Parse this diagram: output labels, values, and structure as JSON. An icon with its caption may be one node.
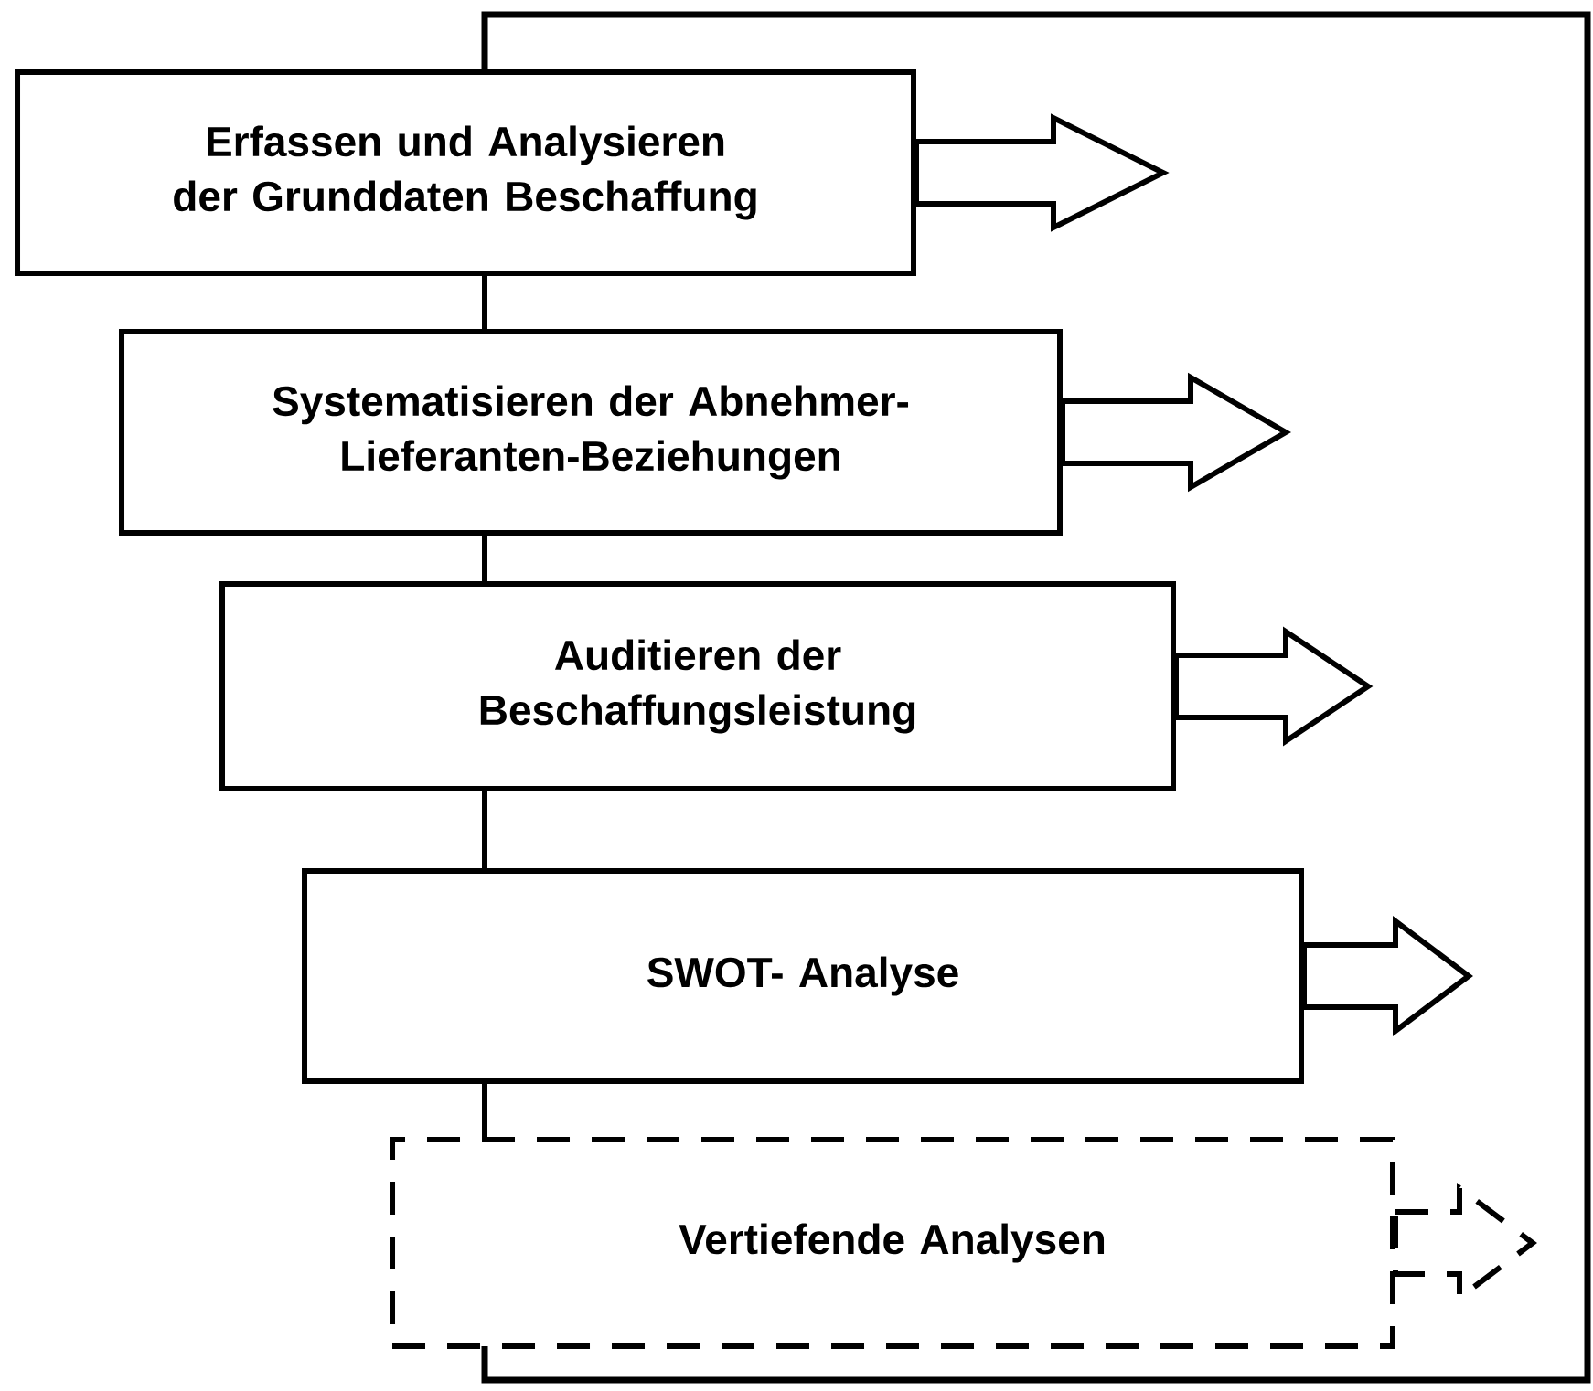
{
  "diagram": {
    "nodes": [
      {
        "text": [
          "Erfassen und Analysieren der Grunddaten Beschaffung"
        ]
      },
      {
        "text": [
          "Systematisieren der Abnehmer-Lieferanten-Beziehungen"
        ]
      },
      {
        "text": [
          "Auditieren der Beschaffungsleistung"
        ]
      },
      {
        "text": [
          "SWOT- Analyse"
        ]
      },
      {
        "text": [
          "Vertiefende Analysen"
        ]
      }
    ],
    "edges": [
      {
        "from": 0,
        "to": 1,
        "arrow": "none"
      },
      {
        "from": 1,
        "to": 2,
        "arrow": "none"
      },
      {
        "from": 2,
        "to": 3,
        "arrow": "none"
      },
      {
        "from": 3,
        "to": 4,
        "arrow": "none"
      },
      {
        "from": 0,
        "to": null,
        "arrow": "to"
      },
      {
        "from": 1,
        "to": null,
        "arrow": "to"
      },
      {
        "from": 2,
        "to": null,
        "arrow": "to"
      },
      {
        "from": 3,
        "to": null,
        "arrow": "to"
      },
      {
        "from": 4,
        "to": null,
        "arrow": "to",
        "style": "dashed"
      }
    ]
  }
}
